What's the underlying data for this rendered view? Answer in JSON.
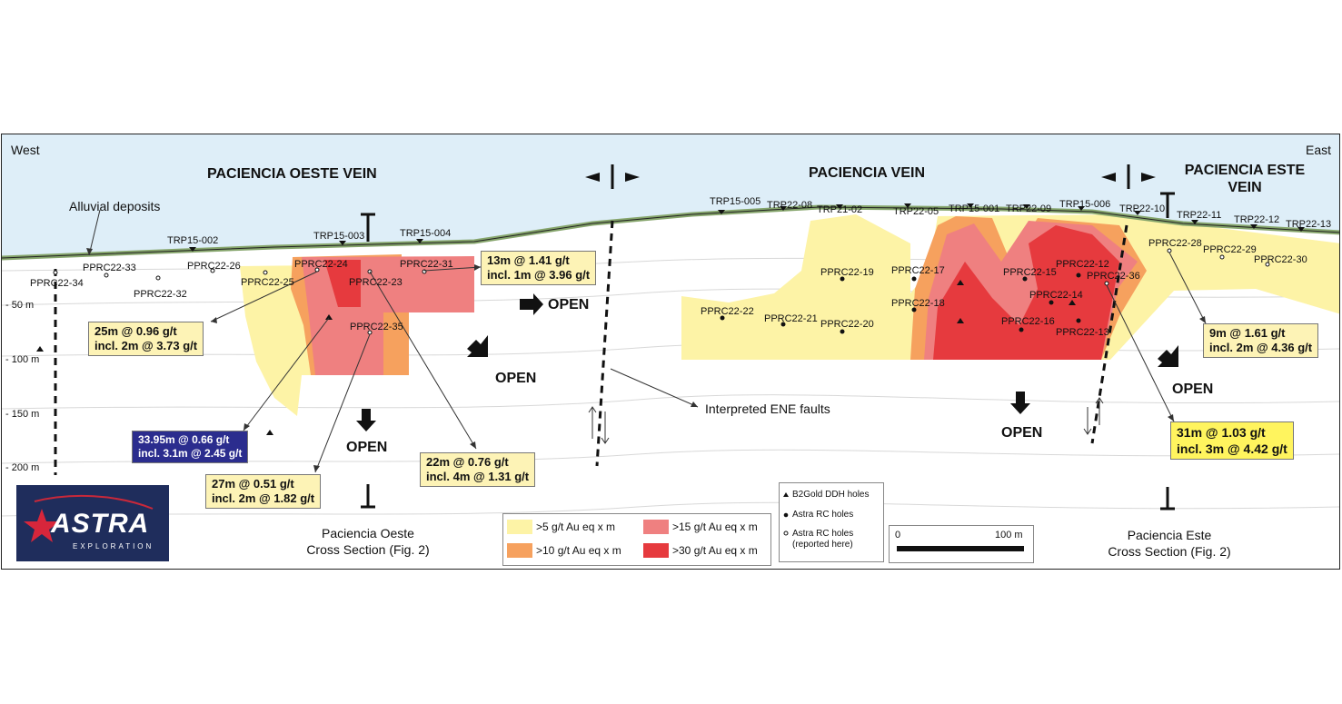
{
  "directions": {
    "west": "West",
    "east": "East"
  },
  "veins": {
    "oeste": "PACIENCIA OESTE VEIN",
    "main": "PACIENCIA VEIN",
    "este_line1": "PACIENCIA ESTE",
    "este_line2": "VEIN"
  },
  "alluvial": "Alluvial deposits",
  "depths": [
    "- 50 m",
    "- 100 m",
    "- 150 m",
    "- 200 m"
  ],
  "trenches": [
    "TRP15-002",
    "TRP15-003",
    "TRP15-004",
    "TRP15-005",
    "TRP22-08",
    "TRP21-02",
    "TRP22-05",
    "TRP15-001",
    "TRP22-09",
    "TRP15-006",
    "TRP22-10",
    "TRP22-11",
    "TRP22-12",
    "TRP22-13"
  ],
  "holes": [
    "PPRC22-34",
    "PPRC22-33",
    "PPRC22-32",
    "PPRC22-26",
    "PPRC22-25",
    "PPRC22-24",
    "PPRC22-23",
    "PPRC22-31",
    "PPRC22-35",
    "PPRC22-22",
    "PPRC22-21",
    "PPRC22-20",
    "PPRC22-19",
    "PPRC22-17",
    "PPRC22-18",
    "PPRC22-15",
    "PPRC22-16",
    "PPRC22-12",
    "PPRC22-36",
    "PPRC22-14",
    "PPRC22-13",
    "PPRC22-28",
    "PPRC22-29",
    "PPRC22-30"
  ],
  "intercepts": {
    "i1": [
      "25m @ 0.96 g/t",
      "incl. 2m @ 3.73 g/t"
    ],
    "i2": [
      "33.95m @ 0.66 g/t",
      "incl. 3.1m @ 2.45 g/t"
    ],
    "i3": [
      "27m @ 0.51 g/t",
      "incl. 2m @ 1.82 g/t"
    ],
    "i4": [
      "22m @ 0.76 g/t",
      "incl. 4m @ 1.31 g/t"
    ],
    "i5": [
      "13m @ 1.41 g/t",
      "incl. 1m @ 3.96 g/t"
    ],
    "i6": [
      "9m @ 1.61 g/t",
      "incl. 2m @ 4.36 g/t"
    ],
    "i7": [
      "31m @ 1.03 g/t",
      "incl. 3m @ 4.42 g/t"
    ]
  },
  "open_label": "OPEN",
  "faults_label": "Interpreted ENE faults",
  "sections": {
    "oeste": [
      "Paciencia Oeste",
      "Cross Section (Fig. 2)"
    ],
    "este": [
      "Paciencia Este",
      "Cross Section (Fig. 2)"
    ]
  },
  "legend": {
    "items": [
      {
        "label": ">5 g/t Au eq x m",
        "color": "#fdf3a6"
      },
      {
        "label": ">10 g/t Au eq x m",
        "color": "#f6a15e"
      },
      {
        "label": ">15 g/t Au eq x m",
        "color": "#ef8080"
      },
      {
        "label": ">30 g/t Au eq x m",
        "color": "#e63a3e"
      }
    ]
  },
  "hole_legend": {
    "b2gold": "B2Gold DDH holes",
    "astra": "Astra RC holes",
    "reported_line1": "Astra RC holes",
    "reported_line2": "(reported here)"
  },
  "scale": {
    "start": "0",
    "end": "100 m"
  },
  "logo": {
    "name": "ASTRA",
    "sub": "EXPLORATION"
  },
  "colors": {
    "sky": "#deeef8",
    "ground": "#86a56c"
  }
}
